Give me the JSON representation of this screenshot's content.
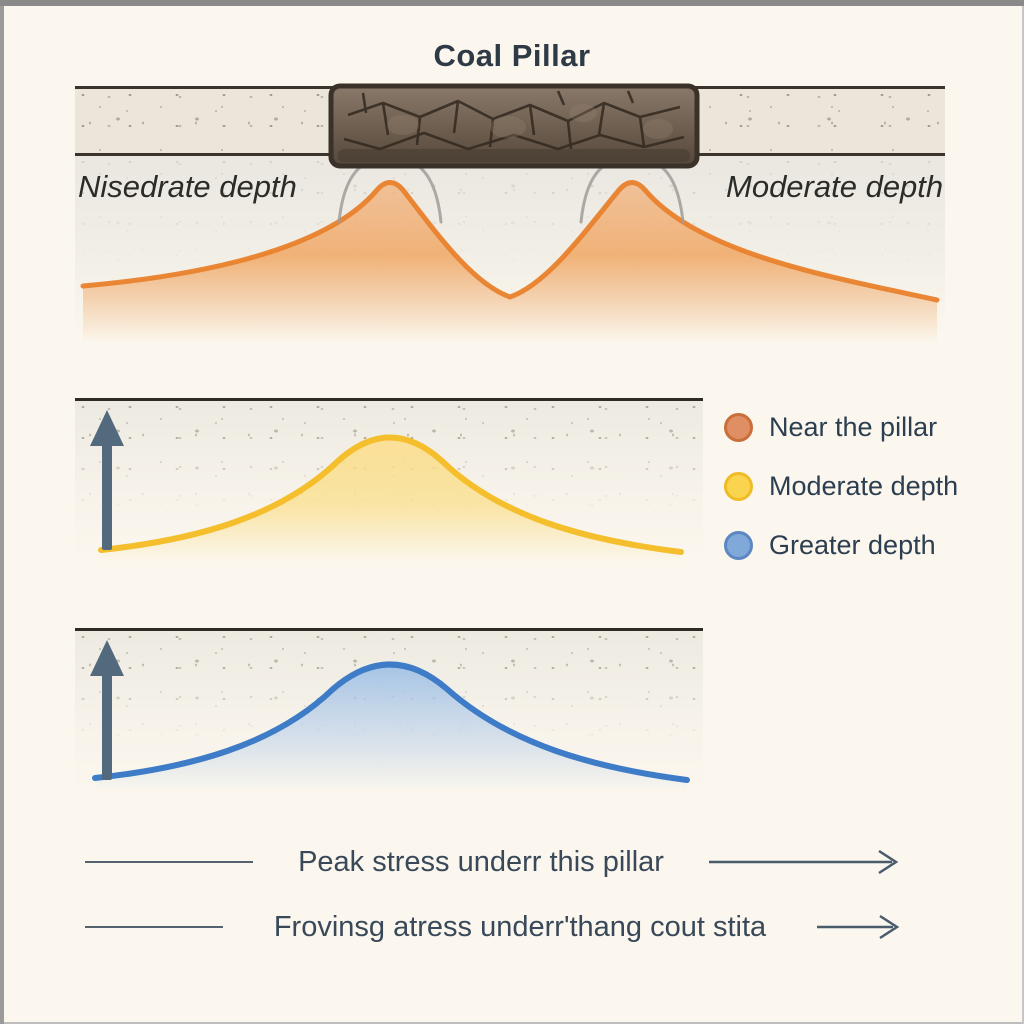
{
  "title": "Coal Pillar",
  "top_panel": {
    "left_label": "Nisedrate depth",
    "right_label": "Moderate depth",
    "stress_curve": {
      "color": "#E8812C",
      "description": "Two sharp vertical-stress peaks at the coal pillar edges with a trough beneath the pillar centre"
    }
  },
  "middle_panel": {
    "stress_curve": {
      "color": "#F4BE2D",
      "description": "Single broad stress peak at moderate depth"
    }
  },
  "bottom_panel": {
    "stress_curve": {
      "color": "#3E7CC7",
      "description": "Single broad stress peak at greater depth"
    }
  },
  "legend": {
    "items": [
      {
        "label": "Near the pillar",
        "fill": "#DF8F63",
        "border": "#C96F39"
      },
      {
        "label": "Moderate depth",
        "fill": "#FBD44F",
        "border": "#EFBC27"
      },
      {
        "label": "Greater depth",
        "fill": "#80A8D8",
        "border": "#5C87C2"
      }
    ]
  },
  "annotations": [
    {
      "text": "Peak stress underr this pillar"
    },
    {
      "text": "Frovinsg atress underr'thang cout stita"
    }
  ]
}
